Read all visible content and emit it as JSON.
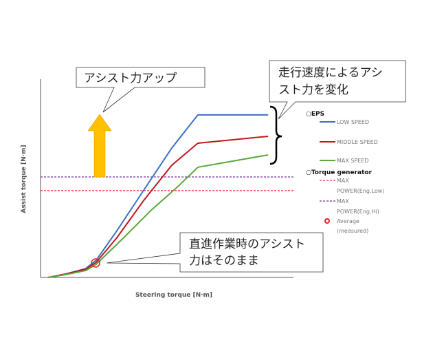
{
  "chart_data": {
    "type": "line",
    "xlabel": "Steering torque [N·m]",
    "ylabel": "Assist torque [N·m]",
    "xlim": [
      0,
      100
    ],
    "ylim": [
      0,
      100
    ],
    "grid": false,
    "series": [
      {
        "name": "LOW SPEED",
        "group": "EPS",
        "color": "#3a6fc4",
        "x": [
          3,
          9.8,
          17.9,
          22,
          30.2,
          41,
          51.9,
          62.2,
          90
        ],
        "y": [
          0,
          1.7,
          4.5,
          8.7,
          23.6,
          44.4,
          65.3,
          82,
          82
        ]
      },
      {
        "name": "MIDDLE SPEED",
        "group": "EPS",
        "color": "#c01818",
        "x": [
          3,
          9.8,
          17.9,
          22,
          30.2,
          41,
          51.9,
          62.2,
          90
        ],
        "y": [
          0,
          1.7,
          4.2,
          7.6,
          20.1,
          39.2,
          56.6,
          67.7,
          71.2
        ]
      },
      {
        "name": "MAX SPEED",
        "group": "EPS",
        "color": "#5aa83a",
        "x": [
          3,
          9.8,
          17.9,
          22,
          32.9,
          43.8,
          54.6,
          62.2,
          90
        ],
        "y": [
          0,
          1.4,
          3.5,
          6.6,
          20.1,
          34,
          46.2,
          55.6,
          61.8
        ]
      }
    ],
    "reference_lines": [
      {
        "name_line1": "MAX",
        "name_line2": "POWER(Eng.Low)",
        "group": "Torque generator",
        "color": "#e83030",
        "y": 43.8
      },
      {
        "name_line1": "MAX",
        "name_line2": "POWER(Eng.Hi)",
        "group": "Torque generator",
        "color": "#7030a0",
        "y": 50.7
      }
    ],
    "marker": {
      "name_line1": "Average",
      "name_line2": "(measured)",
      "x": 22,
      "y": 7,
      "color": "#e02020"
    },
    "legend": {
      "placement": "right",
      "group1": "○EPS",
      "group2": "○Torque generator"
    },
    "annotations": {
      "assist_up": "アシスト力アップ",
      "speed_change_line1": "走行速度によるアシ",
      "speed_change_line2": "スト力を変化",
      "straight_line1": "直進作業時のアシスト",
      "straight_line2": "力はそのまま"
    }
  }
}
